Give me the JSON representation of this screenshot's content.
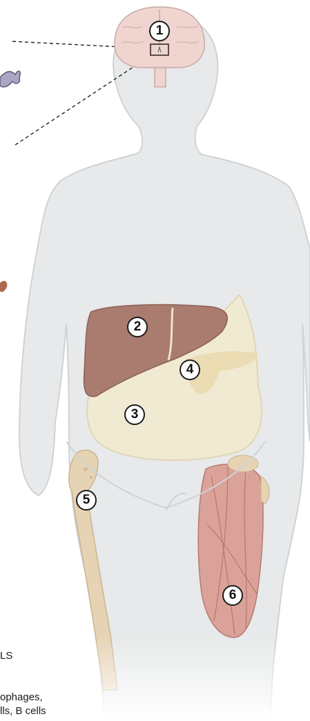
{
  "markers": [
    "1",
    "2",
    "3",
    "4",
    "5",
    "6"
  ],
  "left_text": {
    "line_1": "LS",
    "line_2": "ophages,",
    "line_3": "lls, B cells"
  },
  "colors": {
    "body": "#e7e9ea",
    "body_outline": "#cfd3d5",
    "brain": "#efd4cf",
    "liver": "#aa7b6f",
    "adipose": "#f1ead3",
    "pancreas": "#ead7a9",
    "bone": "#e6d3b4",
    "muscle": "#dba29a"
  }
}
